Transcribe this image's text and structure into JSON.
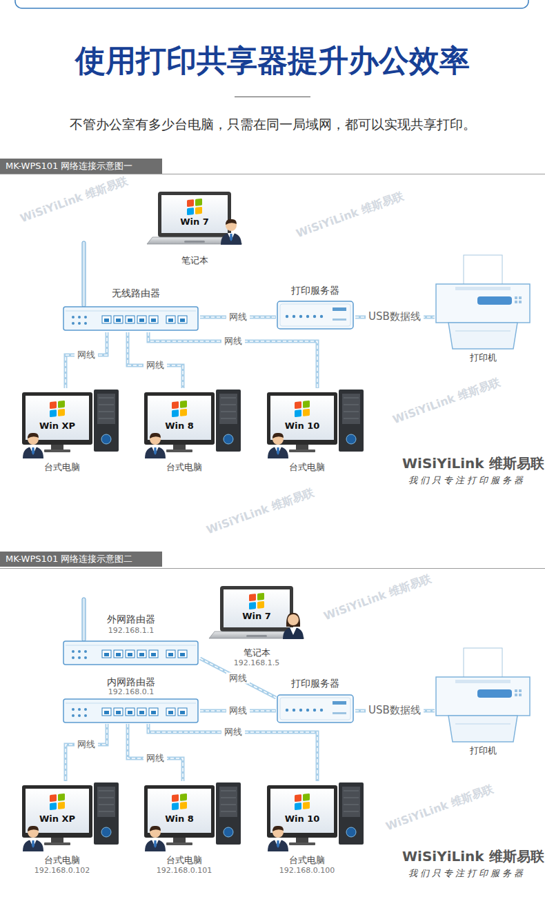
{
  "diagram": {
    "title": "使用打印共享器提升办公效率",
    "nodes": [
      {
        "text": [
          "MK-WPS101 网络连接示意图一"
        ]
      },
      {
        "text": [
          "Win 7",
          "笔记本"
        ]
      },
      {
        "text": [
          "无线路由器"
        ]
      },
      {
        "text": [
          "打印服务器"
        ]
      },
      {
        "text": [
          "打印机"
        ]
      },
      {
        "text": [
          "Win XP",
          "台式电脑"
        ]
      },
      {
        "text": [
          "Win 8",
          "台式电脑"
        ]
      },
      {
        "text": [
          "Win 10",
          "台式电脑"
        ]
      },
      {
        "text": [
          "MK-WPS101 网络连接示意图二"
        ]
      },
      {
        "text": [
          "外网路由器",
          "192.168.1.1"
        ]
      },
      {
        "text": [
          "Win 7",
          "笔记本",
          "192.168.1.5"
        ]
      },
      {
        "text": [
          "内网路由器",
          "192.168.0.1"
        ]
      },
      {
        "text": [
          "打印服务器"
        ]
      },
      {
        "text": [
          "打印机"
        ]
      },
      {
        "text": [
          "Win XP",
          "台式电脑",
          "192.168.0.102"
        ]
      },
      {
        "text": [
          "Win 8",
          "台式电脑",
          "192.168.0.101"
        ]
      },
      {
        "text": [
          "Win 10",
          "台式电脑",
          "192.168.0.100"
        ]
      }
    ],
    "edges": [
      {
        "from": 2,
        "to": 3,
        "label": "网线",
        "arrow": "none"
      },
      {
        "from": 3,
        "to": 4,
        "label": "USB数据线",
        "arrow": "none"
      },
      {
        "from": 2,
        "to": 5,
        "label": "网线",
        "arrow": "none"
      },
      {
        "from": 2,
        "to": 6,
        "label": "网线",
        "arrow": "none"
      },
      {
        "from": 2,
        "to": 7,
        "label": "网线",
        "arrow": "none"
      },
      {
        "from": 9,
        "to": 12,
        "label": "网线",
        "arrow": "none"
      },
      {
        "from": 11,
        "to": 12,
        "label": "网线",
        "arrow": "none"
      },
      {
        "from": 12,
        "to": 13,
        "label": "USB数据线",
        "arrow": "none"
      },
      {
        "from": 11,
        "to": 14,
        "label": "网线",
        "arrow": "none"
      },
      {
        "from": 11,
        "to": 15,
        "label": "网线",
        "arrow": "none"
      },
      {
        "from": 11,
        "to": 16,
        "label": "网线",
        "arrow": "none"
      }
    ],
    "labels": [
      "不管办公室有多少台电脑，只需在同一局域网，都可以实现共享打印。",
      "WiSiYiLink 维斯易联",
      "我们只专注打印服务器",
      "WiSiYiLink 维斯易联",
      "我们只专注打印服务器",
      "WiSiYiLink 维斯易联",
      "WiSiYiLink 维斯易联",
      "WiSiYiLink 维斯易联",
      "WiSiYiLink 维斯易联",
      "WiSiYiLink 维斯易联",
      "WiSiYiLink 维斯易联"
    ]
  }
}
